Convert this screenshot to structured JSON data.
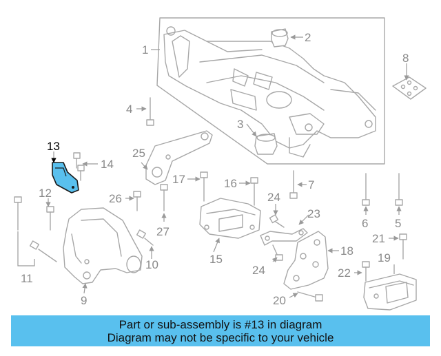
{
  "diagram": {
    "highlight_color": "#59c0ee",
    "highlighted_part": "13",
    "callouts": [
      "1",
      "2",
      "3",
      "4",
      "5",
      "6",
      "7",
      "8",
      "9",
      "10",
      "11",
      "12",
      "13",
      "14",
      "15",
      "16",
      "17",
      "18",
      "19",
      "20",
      "21",
      "22",
      "23",
      "24",
      "24",
      "25",
      "26",
      "27"
    ]
  },
  "banner": {
    "line1": "Part or sub-assembly is #13 in diagram",
    "line2": "Diagram may not be specific to your vehicle",
    "background": "#59c0ee"
  }
}
